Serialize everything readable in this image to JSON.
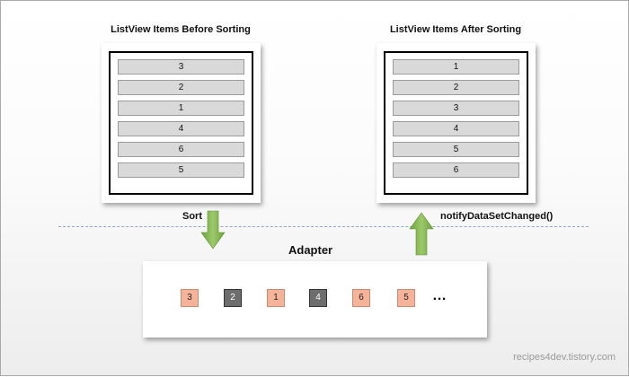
{
  "before": {
    "title": "ListView Items Before Sorting",
    "items": [
      "3",
      "2",
      "1",
      "4",
      "6",
      "5"
    ]
  },
  "after": {
    "title": "ListView Items After Sorting",
    "items": [
      "1",
      "2",
      "3",
      "4",
      "5",
      "6"
    ]
  },
  "sort_label": "Sort",
  "notify_label": "notifyDataSetChanged()",
  "adapter": {
    "title": "Adapter",
    "nodes": [
      {
        "label": "3",
        "style": "orange"
      },
      {
        "label": "2",
        "style": "dark"
      },
      {
        "label": "1",
        "style": "orange"
      },
      {
        "label": "4",
        "style": "dark"
      },
      {
        "label": "6",
        "style": "orange"
      },
      {
        "label": "5",
        "style": "orange"
      }
    ],
    "ellipsis": "…"
  },
  "watermark": "recipes4dev.tistory.com",
  "colors": {
    "arrow_green": "#7fb24a",
    "swap_red": "#e53b2c",
    "node_orange": "#f5b39a",
    "node_dark": "#6d6d6d"
  }
}
